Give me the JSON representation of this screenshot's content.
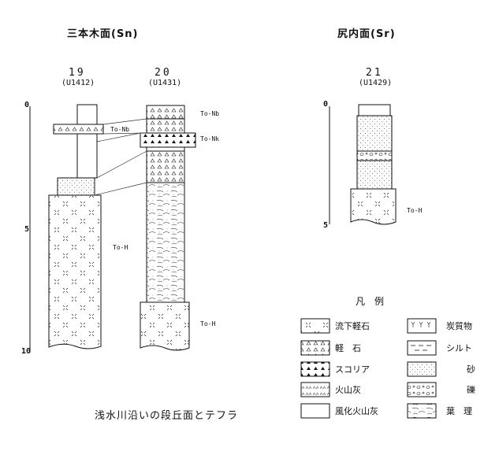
{
  "headers": {
    "left": "三本木面(Sn)",
    "right": "尻内面(Sr)"
  },
  "columns": [
    {
      "number": "19",
      "code": "(U1412)"
    },
    {
      "number": "20",
      "code": "(U1431)"
    },
    {
      "number": "21",
      "code": "(U1429)"
    }
  ],
  "depth_left": [
    "0",
    "5",
    "10"
  ],
  "depth_right": [
    "0",
    "5"
  ],
  "tephra_labels": {
    "to_nb_upper": "To-Nb",
    "to_nb_mid": "To-Nb",
    "to_nk": "To-Nk",
    "to_h_col19": "To-H",
    "to_h_col20": "To-H",
    "to_h_col21": "To-H"
  },
  "legend": {
    "title": "凡　例",
    "items": [
      {
        "label": "流下軽石",
        "icon": "pumice-flow-icon"
      },
      {
        "label": "炭質物",
        "icon": "carbonaceous-icon"
      },
      {
        "label": "軽　石",
        "icon": "pumice-icon"
      },
      {
        "label": "シルト",
        "icon": "silt-icon"
      },
      {
        "label": "スコリア",
        "icon": "scoria-icon"
      },
      {
        "label": "砂",
        "icon": "sand-icon"
      },
      {
        "label": "火山灰",
        "icon": "volcanic-ash-icon"
      },
      {
        "label": "礫",
        "icon": "gravel-icon"
      },
      {
        "label": "風化火山灰",
        "icon": "weathered-ash-icon"
      },
      {
        "label": "葉　理",
        "icon": "lamination-icon"
      }
    ]
  },
  "caption": "浅水川沿いの段丘面とテフラ"
}
